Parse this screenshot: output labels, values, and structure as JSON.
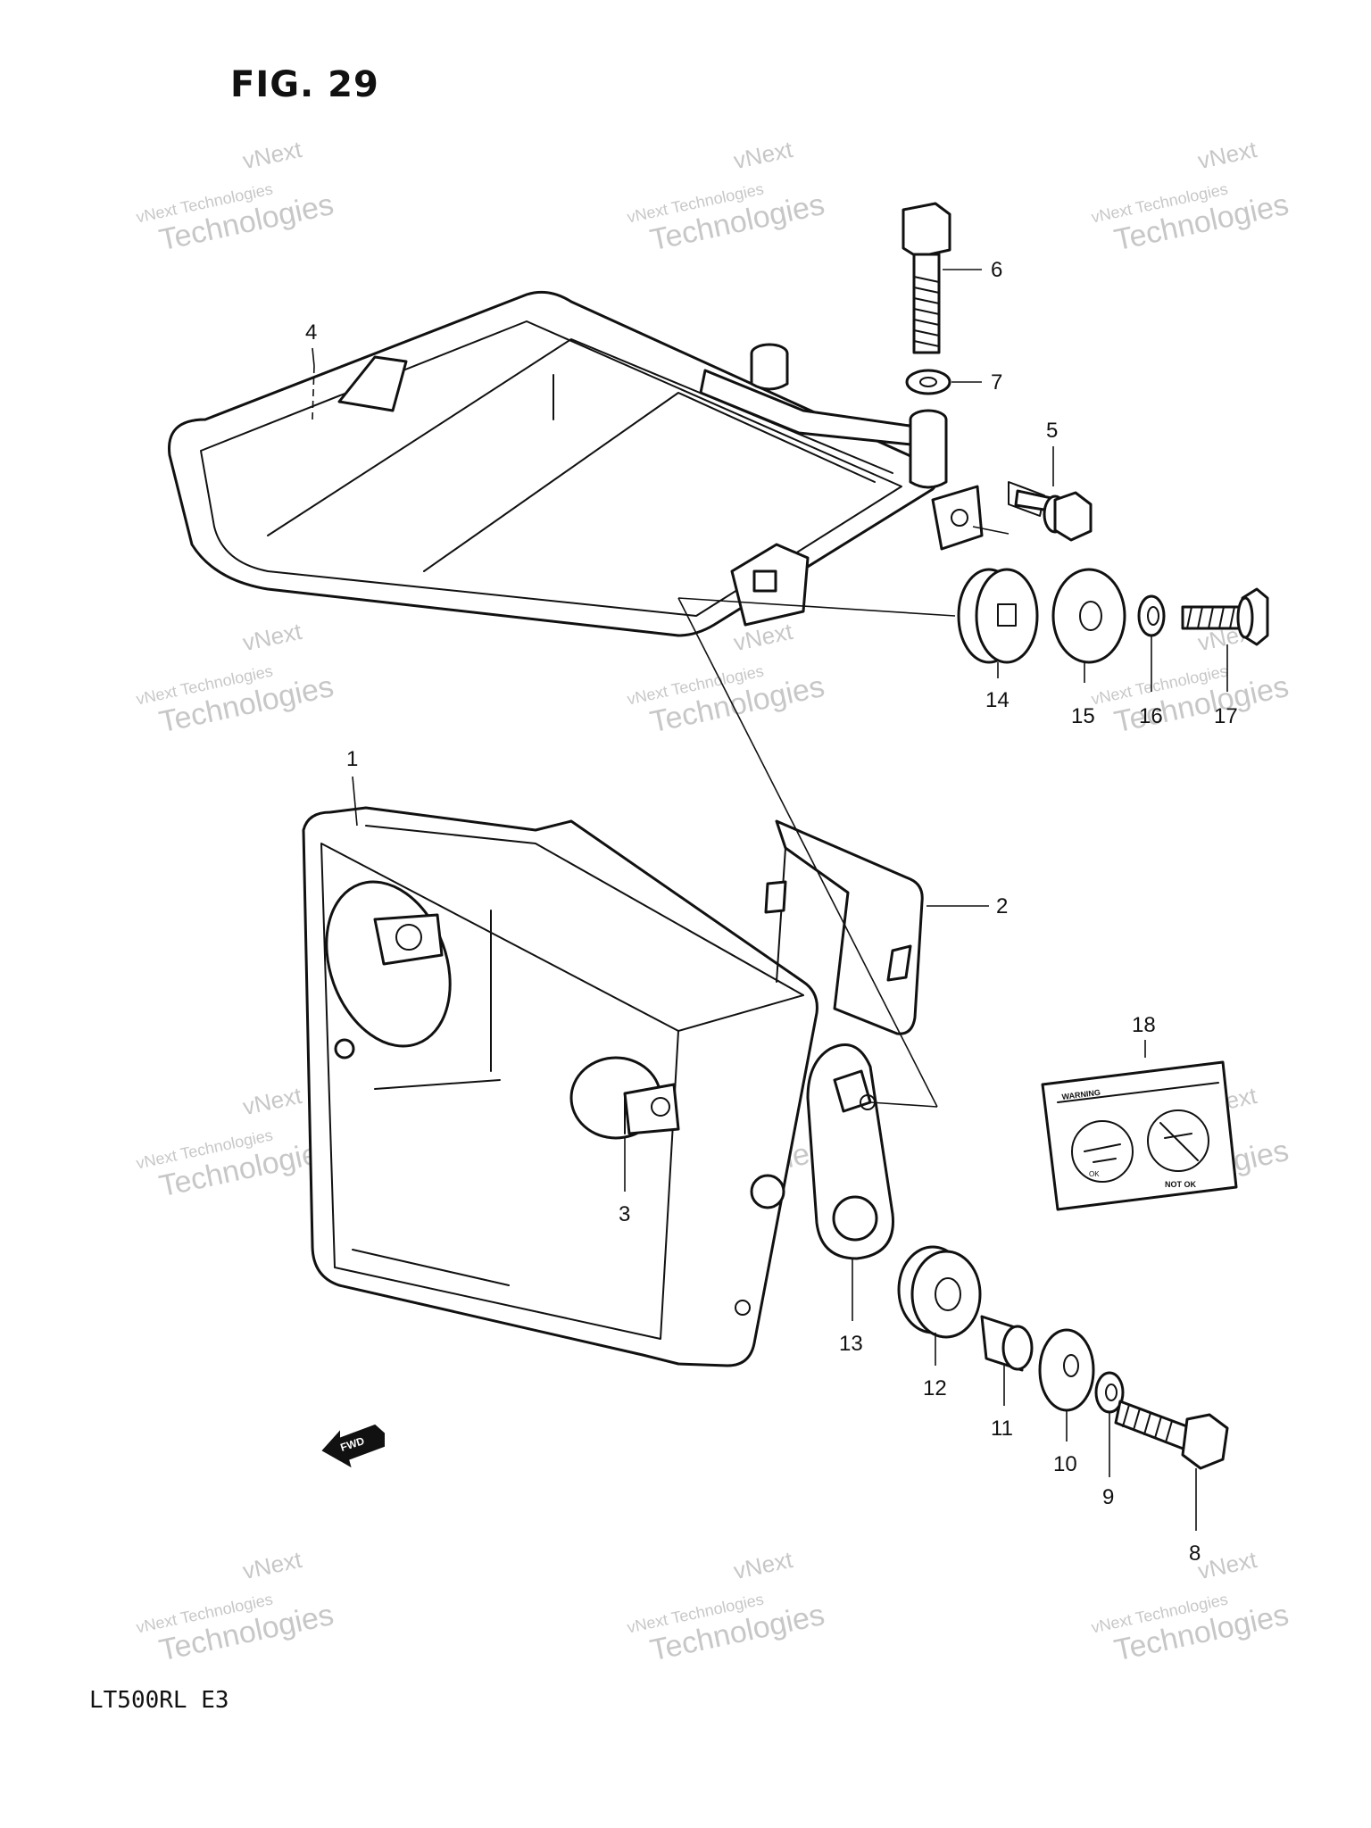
{
  "figure_title": "FIG. 29",
  "model_code": "LT500RL  E3",
  "watermark": {
    "line1": "vNext Technologies",
    "line2": "vNext",
    "line3": "Technologies"
  },
  "fwd_label": "FWD",
  "callouts": {
    "p1": "1",
    "p2": "2",
    "p3": "3",
    "p4": "4",
    "p5": "5",
    "p6": "6",
    "p7": "7",
    "p8": "8",
    "p9": "9",
    "p10": "10",
    "p11": "11",
    "p12": "12",
    "p13": "13",
    "p14": "14",
    "p15": "15",
    "p16": "16",
    "p17": "17",
    "p18": "18"
  },
  "decal": {
    "heading": "WARNING",
    "right_caption": "NOT OK",
    "left_caption": "OK"
  }
}
